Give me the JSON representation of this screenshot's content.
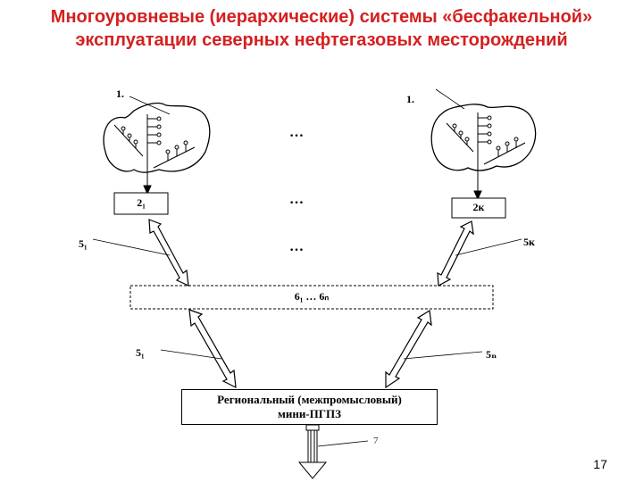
{
  "title": {
    "line1": "Многоуровневые (иерархические) системы «бесфакельной»",
    "line2": "эксплуатации  северных  нефтегазовых  месторождений"
  },
  "diagram": {
    "field_left_label": "1.",
    "field_right_label": "1.",
    "box_left_label": "2₁",
    "box_right_label": "2к",
    "ellipsis_1": "…",
    "ellipsis_2": "…",
    "ellipsis_3": "…",
    "link_upper_left_label": "5₁",
    "link_upper_right_label": "5к",
    "bus_label": "6₁ … 6ₙ",
    "link_lower_left_label": "5₁",
    "link_lower_right_label": "5ₙ",
    "regional_line1": "Региональный (межпромысловый)",
    "regional_line2": "мини-ПГПЗ",
    "output_label": "7"
  },
  "page_number": "17",
  "colors": {
    "title": "#d42020",
    "lines": "#000000"
  }
}
